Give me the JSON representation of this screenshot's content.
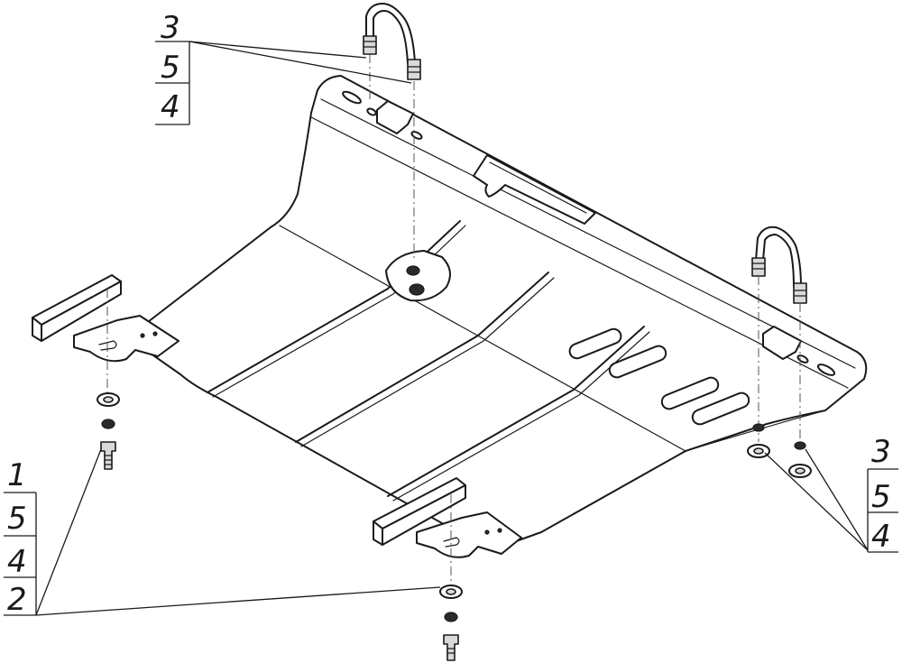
{
  "callouts": {
    "top_left": [
      "3",
      "5",
      "4"
    ],
    "bottom_left": [
      "1",
      "5",
      "4",
      "2"
    ],
    "right": [
      "3",
      "5",
      "4"
    ]
  },
  "colors": {
    "line": "#1a1a1a",
    "background": "#ffffff",
    "shade": "#d9d9d9"
  }
}
